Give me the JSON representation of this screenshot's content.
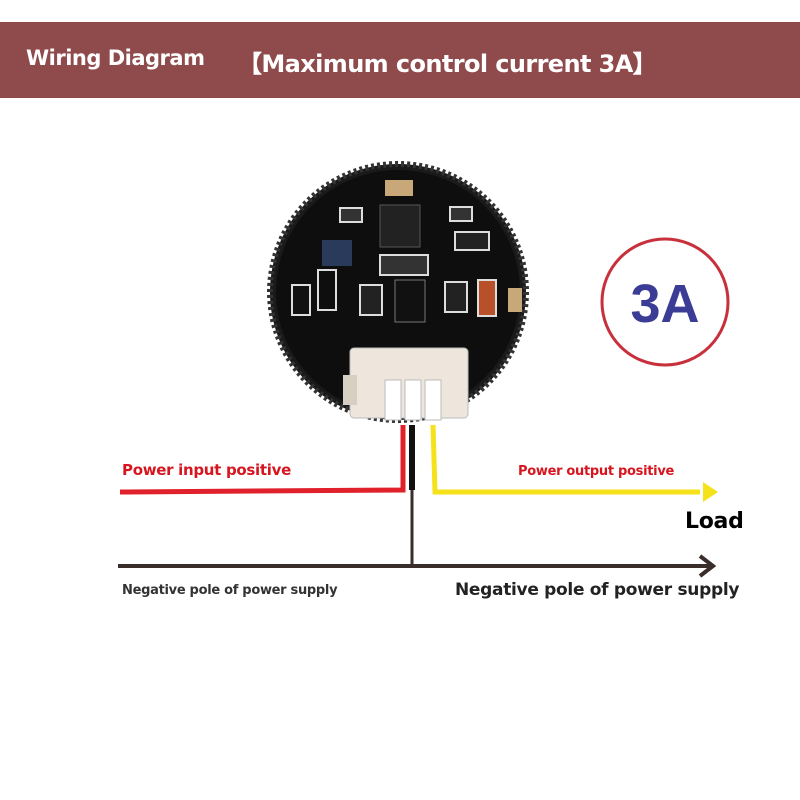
{
  "header": {
    "title": "Wiring Diagram",
    "subtitle": "【Maximum control current 3A】"
  },
  "badge": {
    "text": "3A",
    "ring_color": "#c8303c",
    "text_color": "#3b3c95"
  },
  "labels": {
    "input_positive": "Power input positive",
    "output_positive": "Power output positive",
    "load": "Load",
    "negative_left": "Negative pole of power supply",
    "negative_right": "Negative pole of power supply"
  },
  "colors": {
    "header_bg": "#8f4a4c",
    "red_wire": "#e0202a",
    "yellow_wire": "#f5e21a",
    "negative_wire": "#3a2e2a"
  }
}
